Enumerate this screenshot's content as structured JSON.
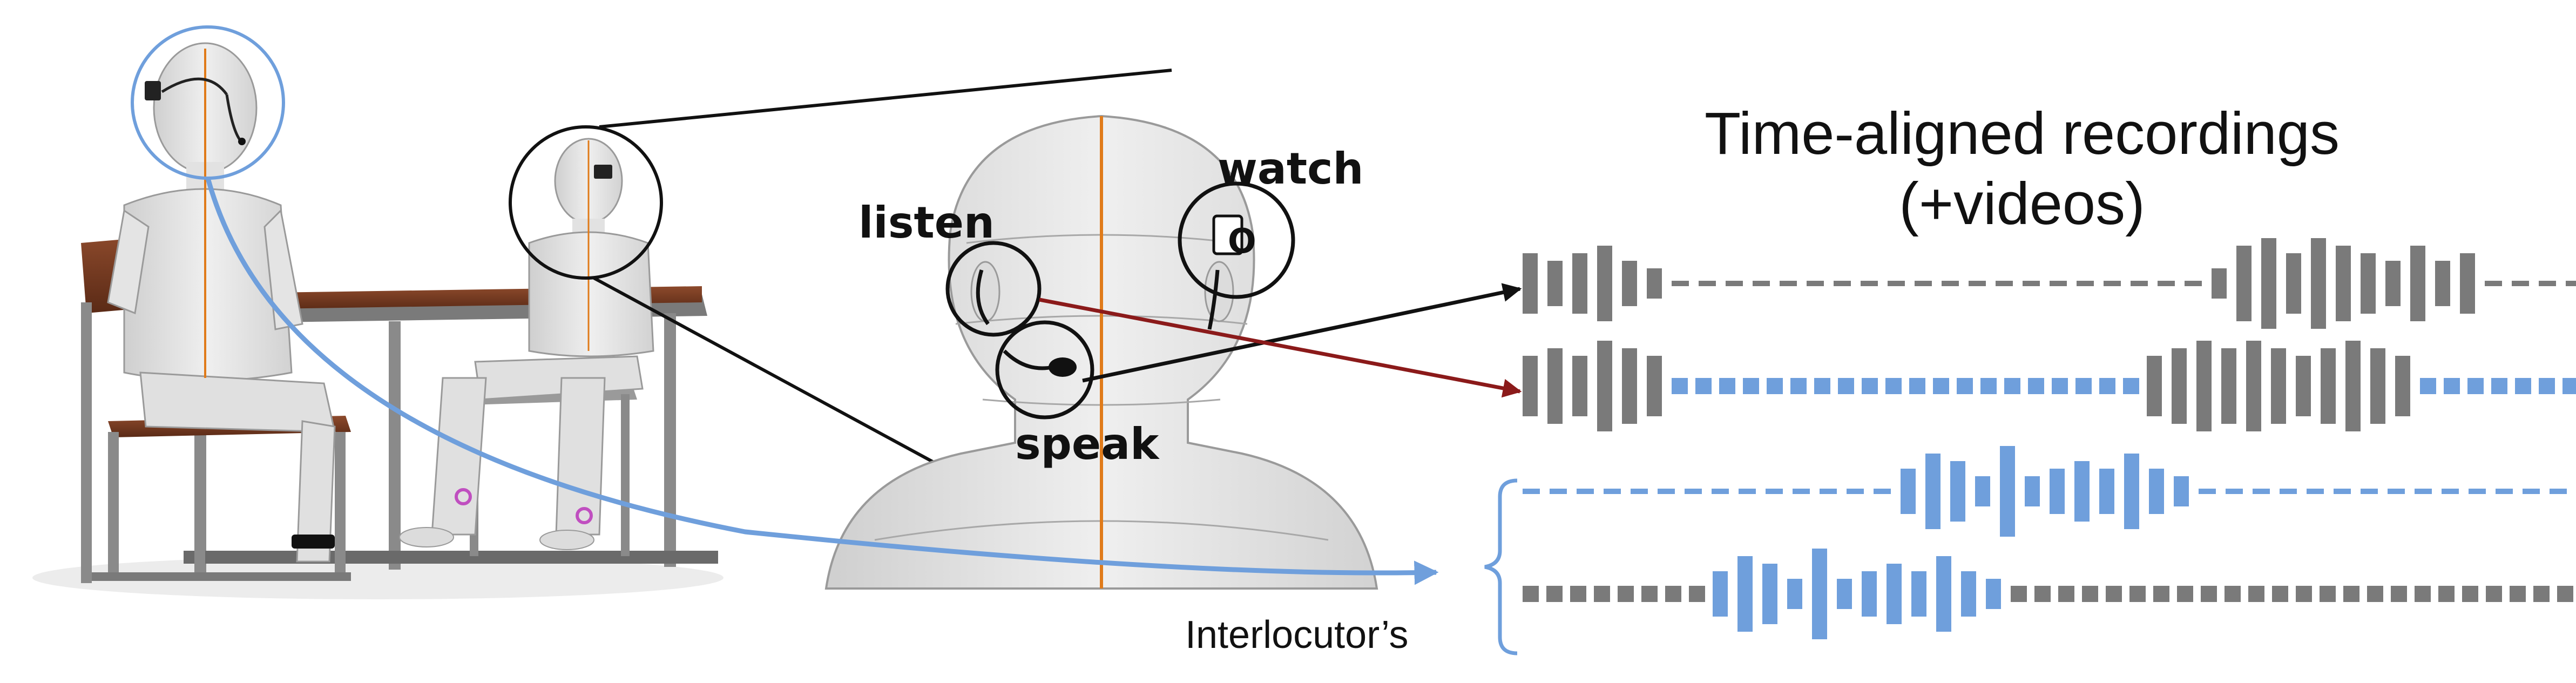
{
  "labels": {
    "title_line1": "Time-aligned recordings",
    "title_line2": "(+videos)",
    "listen": "listen",
    "watch": "watch",
    "speak": "speak",
    "interlocutor": "Interlocutor’s",
    "watch_face": "O"
  },
  "colors": {
    "gray_track": "#7a7a7a",
    "blue_track": "#6f9fdc",
    "arrow_blue": "#6f9fdc",
    "arrow_red": "#8b1a1a",
    "line_dark": "#111111",
    "orange_line": "#e07b1a",
    "skin": "#e6e6e6",
    "desk_wood": "#7a3b22",
    "chair_metal": "#8a8a8a"
  },
  "tracks": [
    {
      "id": "track-1",
      "pattern": [
        [
          "g",
          "bar",
          4
        ],
        [
          "g",
          "bar",
          3
        ],
        [
          "g",
          "bar",
          4
        ],
        [
          "g",
          "bar",
          5
        ],
        [
          "g",
          "bar",
          3
        ],
        [
          "g",
          "bar",
          2
        ],
        [
          "g",
          "dash",
          20
        ],
        [
          "g",
          "bar",
          2
        ],
        [
          "g",
          "bar",
          5
        ],
        [
          "g",
          "bar",
          6
        ],
        [
          "g",
          "bar",
          4
        ],
        [
          "g",
          "bar",
          6
        ],
        [
          "g",
          "bar",
          5
        ],
        [
          "g",
          "bar",
          4
        ],
        [
          "g",
          "bar",
          3
        ],
        [
          "g",
          "bar",
          5
        ],
        [
          "g",
          "bar",
          3
        ],
        [
          "g",
          "bar",
          4
        ],
        [
          "g",
          "dash",
          16
        ]
      ]
    },
    {
      "id": "track-2",
      "pattern": [
        [
          "g",
          "bar",
          4
        ],
        [
          "g",
          "bar",
          5
        ],
        [
          "g",
          "bar",
          4
        ],
        [
          "g",
          "bar",
          6
        ],
        [
          "g",
          "bar",
          5
        ],
        [
          "g",
          "bar",
          4
        ],
        [
          "b",
          "block",
          20
        ],
        [
          "g",
          "bar",
          4
        ],
        [
          "g",
          "bar",
          5
        ],
        [
          "g",
          "bar",
          6
        ],
        [
          "g",
          "bar",
          5
        ],
        [
          "g",
          "bar",
          6
        ],
        [
          "g",
          "bar",
          5
        ],
        [
          "g",
          "bar",
          4
        ],
        [
          "g",
          "bar",
          5
        ],
        [
          "g",
          "bar",
          6
        ],
        [
          "g",
          "bar",
          5
        ],
        [
          "g",
          "bar",
          4
        ],
        [
          "b",
          "block",
          10
        ]
      ]
    },
    {
      "id": "track-3",
      "pattern": [
        [
          "b",
          "dash",
          14
        ],
        [
          "b",
          "bar",
          3
        ],
        [
          "b",
          "bar",
          5
        ],
        [
          "b",
          "bar",
          4
        ],
        [
          "b",
          "bar",
          2
        ],
        [
          "b",
          "bar",
          6
        ],
        [
          "b",
          "bar",
          2
        ],
        [
          "b",
          "bar",
          3
        ],
        [
          "b",
          "bar",
          4
        ],
        [
          "b",
          "bar",
          3
        ],
        [
          "b",
          "bar",
          5
        ],
        [
          "b",
          "bar",
          3
        ],
        [
          "b",
          "bar",
          2
        ],
        [
          "b",
          "dash",
          30
        ],
        [
          "b",
          "bar",
          6
        ],
        [
          "b",
          "bar",
          2
        ],
        [
          "b",
          "bar",
          4
        ]
      ]
    },
    {
      "id": "track-4",
      "pattern": [
        [
          "g",
          "block",
          8
        ],
        [
          "b",
          "bar",
          3
        ],
        [
          "b",
          "bar",
          5
        ],
        [
          "b",
          "bar",
          4
        ],
        [
          "b",
          "bar",
          2
        ],
        [
          "b",
          "bar",
          6
        ],
        [
          "b",
          "bar",
          2
        ],
        [
          "b",
          "bar",
          3
        ],
        [
          "b",
          "bar",
          4
        ],
        [
          "b",
          "bar",
          3
        ],
        [
          "b",
          "bar",
          5
        ],
        [
          "b",
          "bar",
          3
        ],
        [
          "b",
          "bar",
          2
        ],
        [
          "g",
          "block",
          24
        ],
        [
          "b",
          "block",
          6
        ],
        [
          "b",
          "bar",
          6
        ],
        [
          "b",
          "bar",
          2
        ],
        [
          "b",
          "bar",
          4
        ]
      ]
    }
  ]
}
